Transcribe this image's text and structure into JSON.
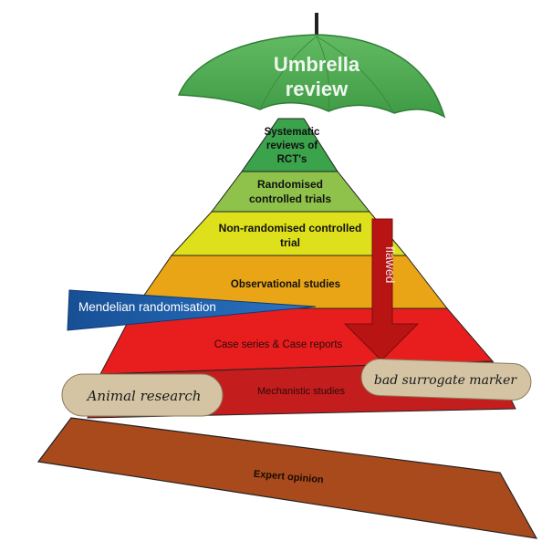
{
  "umbrella": {
    "line1": "Umbrella",
    "line2": "review",
    "canopy_color": "#4caf50",
    "text_color": "#eef7ee"
  },
  "pyramid": {
    "levels": [
      {
        "lines": [
          "Systematic",
          "reviews of",
          "RCT's"
        ],
        "color": "#3aa34c"
      },
      {
        "lines": [
          "Randomised",
          "controlled trials"
        ],
        "color": "#8fc24a"
      },
      {
        "lines": [
          "Non-randomised controlled",
          "trial"
        ],
        "color": "#dde01a"
      },
      {
        "lines": [
          "Observational studies"
        ],
        "color": "#eaa516"
      },
      {
        "lines": [
          "Case series & Case reports"
        ],
        "color": "#e81e1e"
      },
      {
        "lines": [
          "Mechanistic studies"
        ],
        "color": "#c41d1d"
      }
    ],
    "base": {
      "label": "Expert opinion",
      "color": "#a84a1c"
    }
  },
  "annotations": {
    "mendelian": {
      "label": "Mendelian randomisation",
      "color": "#1f5fa8"
    },
    "flawed": {
      "label": "flawed",
      "color": "#b81414"
    },
    "animal_research": {
      "label": "Animal research",
      "color": "#d4c4a4"
    },
    "bad_surrogate": {
      "label": "bad surrogate marker",
      "color": "#d4c4a4"
    }
  }
}
